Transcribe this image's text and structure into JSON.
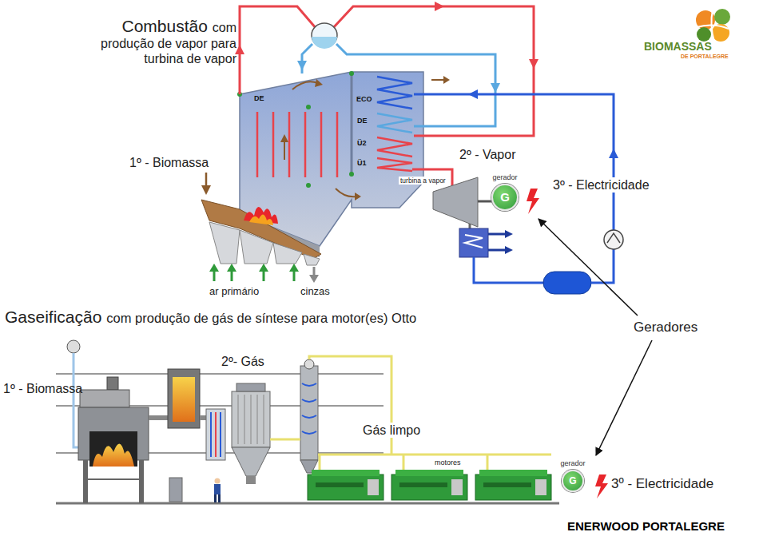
{
  "diagram": {
    "nodes": [
      {
        "text": [
          "gerador",
          "G"
        ]
      },
      {
        "text": [
          "gerador",
          "G"
        ]
      }
    ],
    "labels": [
      "Combustão",
      "com produção de vapor para turbina de vapor",
      "BIOMASSAS",
      "DE PORTALEGRE",
      "DE",
      "ECO",
      "DE",
      "Ü2",
      "Ü1",
      "1º - Biomassa",
      "2º - Vapor",
      "3º - Electricidade",
      "turbina a vapor",
      "ar primário",
      "cinzas",
      "Gaseificação",
      "com produção de gás de síntese para motor(es) Otto",
      "Geradores",
      "1º - Biomassa",
      "2º- Gás",
      "Gás limpo",
      "motores",
      "3º - Electricidade",
      "ENERWOOD PORTALEGRE"
    ]
  }
}
